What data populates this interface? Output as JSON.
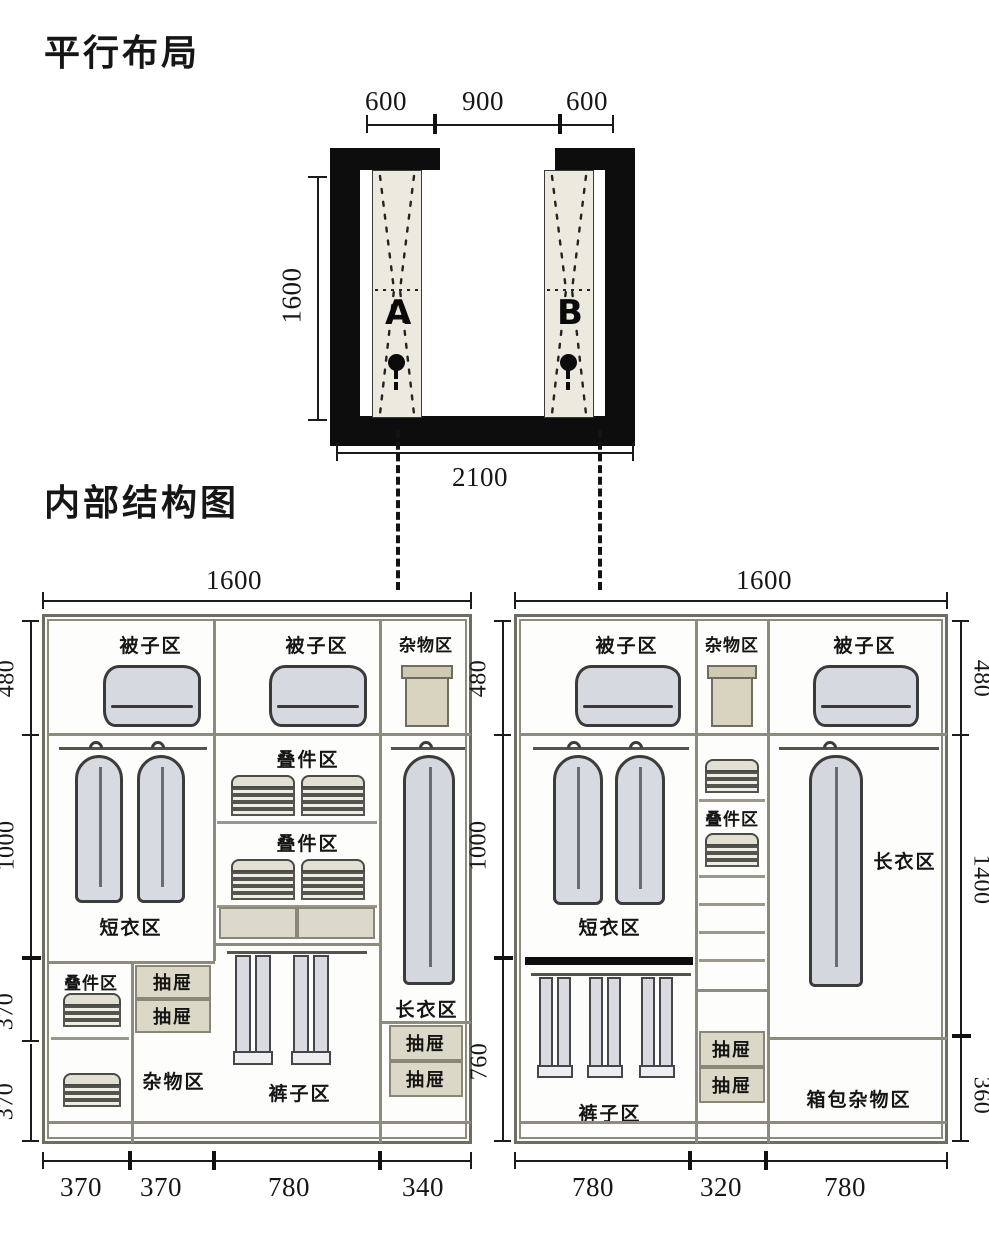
{
  "sections": {
    "plan_title": "平行布局",
    "elevation_title": "内部结构图"
  },
  "floor_plan": {
    "top_dimensions": [
      "600",
      "900",
      "600"
    ],
    "depth_dimension": "1600",
    "width_dimension": "2100",
    "cabinet_labels": [
      "A",
      "B"
    ]
  },
  "left_elevation": {
    "total_width": "1600",
    "vertical_dimensions": [
      "480",
      "1000",
      "370",
      "370"
    ],
    "bottom_dimensions": [
      "370",
      "370",
      "780",
      "340"
    ],
    "zones": {
      "top_quilt_1": "被子区",
      "top_quilt_2": "被子区",
      "top_misc": "杂物区",
      "short_clothes": "短衣区",
      "folded_upper": "叠件区",
      "folded_lower": "叠件区",
      "folded_bottom": "叠件区",
      "misc_bottom": "杂物区",
      "pants": "裤子区",
      "long_clothes": "长衣区",
      "drawer_1": "抽屉",
      "drawer_2": "抽屉",
      "drawer_3": "抽屉",
      "drawer_4": "抽屉"
    }
  },
  "right_elevation": {
    "total_width": "1600",
    "vertical_dimensions_left": [
      "480",
      "1000",
      "760"
    ],
    "vertical_dimensions_right": [
      "480",
      "1400",
      "360"
    ],
    "bottom_dimensions": [
      "780",
      "320",
      "780"
    ],
    "zones": {
      "top_quilt_1": "被子区",
      "top_misc": "杂物区",
      "top_quilt_2": "被子区",
      "short_clothes": "短衣区",
      "folded": "叠件区",
      "long_clothes": "长衣区",
      "pants": "裤子区",
      "luggage_misc": "箱包杂物区",
      "drawer_1": "抽屉",
      "drawer_2": "抽屉"
    }
  },
  "colors": {
    "wall": "#0d0d0d",
    "cabinet_fill": "#eceadf",
    "drawer_fill": "#dcd8c7",
    "quilt_fill": "#d6d9e0",
    "garment_fill": "#d7dae0",
    "line": "#1b1b1b"
  }
}
